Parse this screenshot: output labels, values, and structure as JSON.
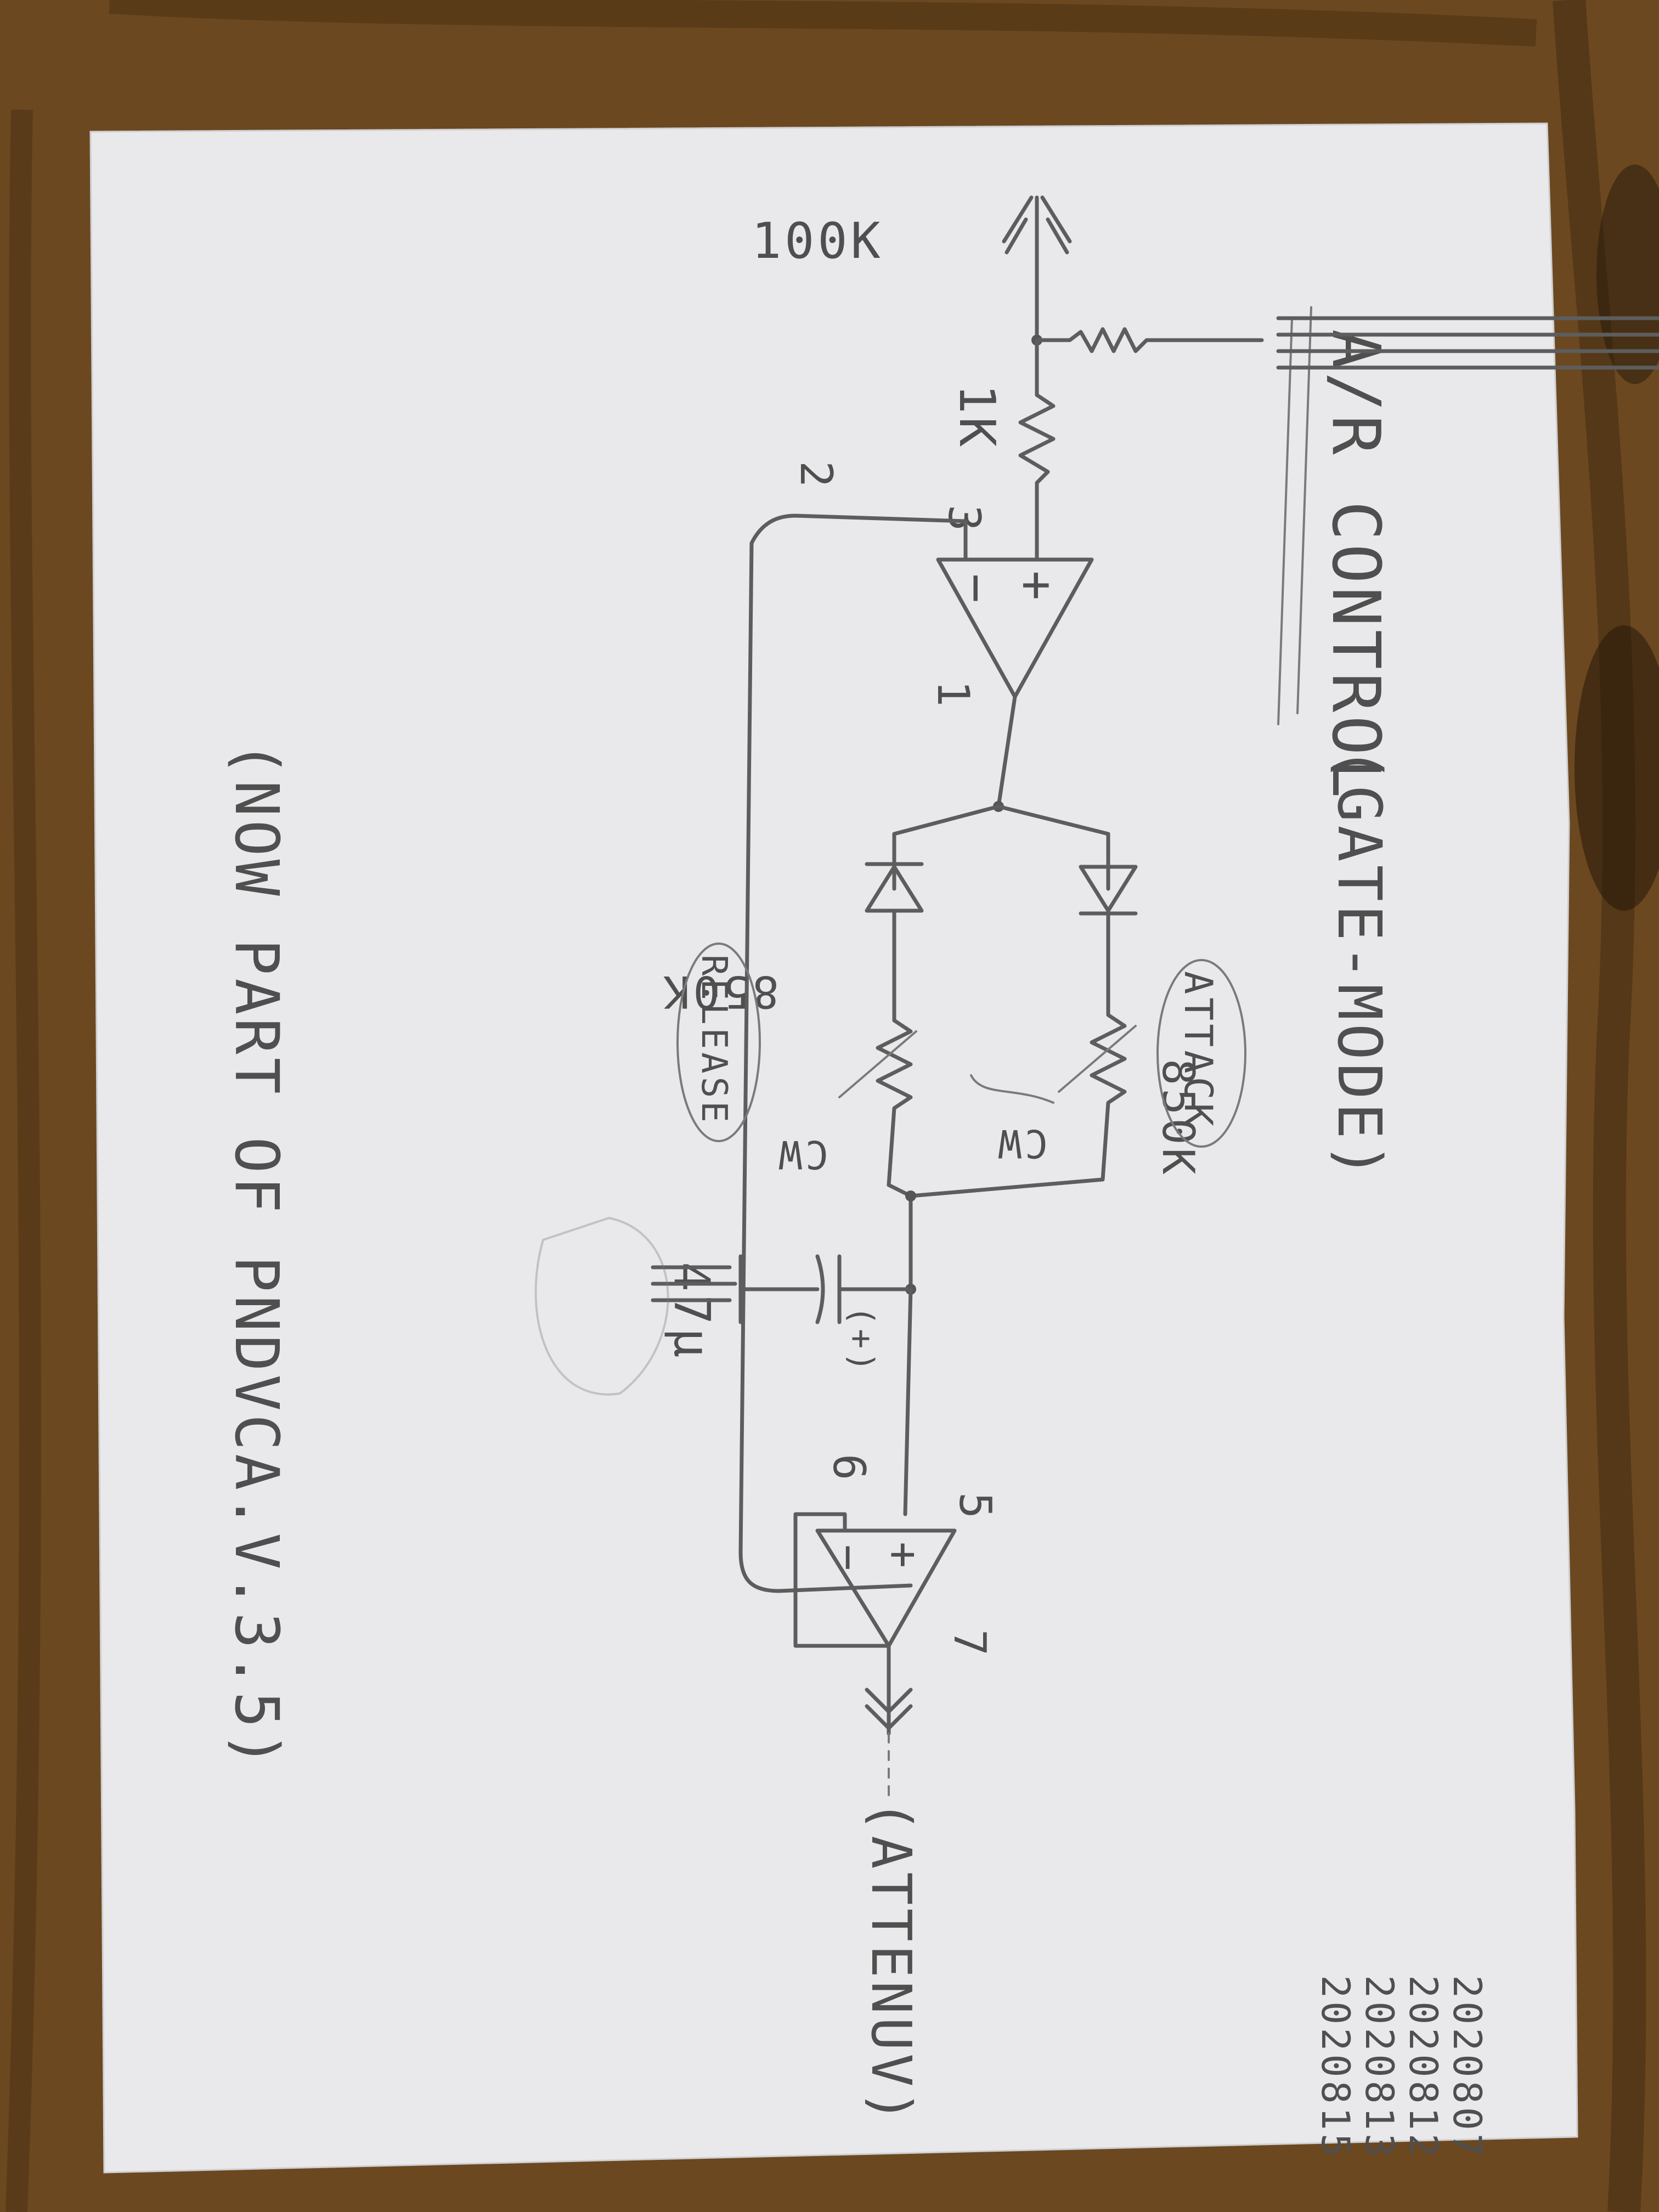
{
  "sheet": {
    "title": "A/R CONTROL",
    "mode": "(GATE-MODE)",
    "note": "(NOW PART OF PNDVCA.V.3.5)",
    "dates": [
      "2020807",
      "2020812",
      "2020813",
      "2020815"
    ]
  },
  "components": {
    "r_input": "100K",
    "r_series": "1K",
    "pot_release": "850K",
    "pot_attack": "850K",
    "cap": "47μ",
    "cap_polarity": "(+)",
    "cw_left": "CW",
    "cw_right": "CW",
    "release_label": "RELEASE",
    "attack_label": "ATTACK",
    "output": "(ATTENUV)"
  },
  "pins": {
    "p1": "1",
    "p2": "2",
    "p3": "3",
    "p5": "5",
    "p6": "6",
    "p7": "7",
    "plus_top": "+",
    "minus_top": "−",
    "plus_bottom": "+",
    "minus_bottom": "−"
  }
}
